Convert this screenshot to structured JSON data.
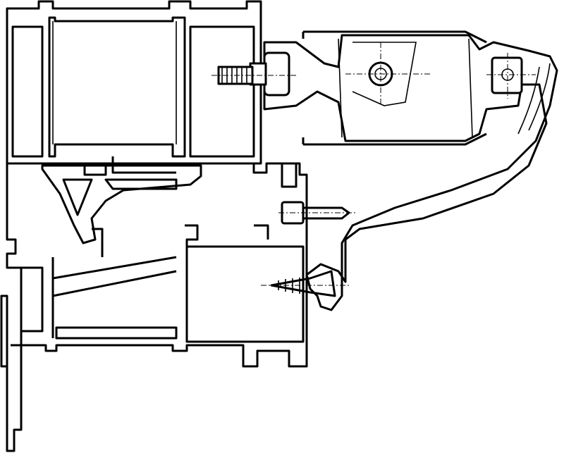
{
  "drawing": {
    "colors": {
      "line": "#000000",
      "background": "#ffffff"
    },
    "components": [
      "window-sash-profile",
      "window-frame-profile",
      "handle",
      "handle-base",
      "fixing-screws"
    ]
  }
}
